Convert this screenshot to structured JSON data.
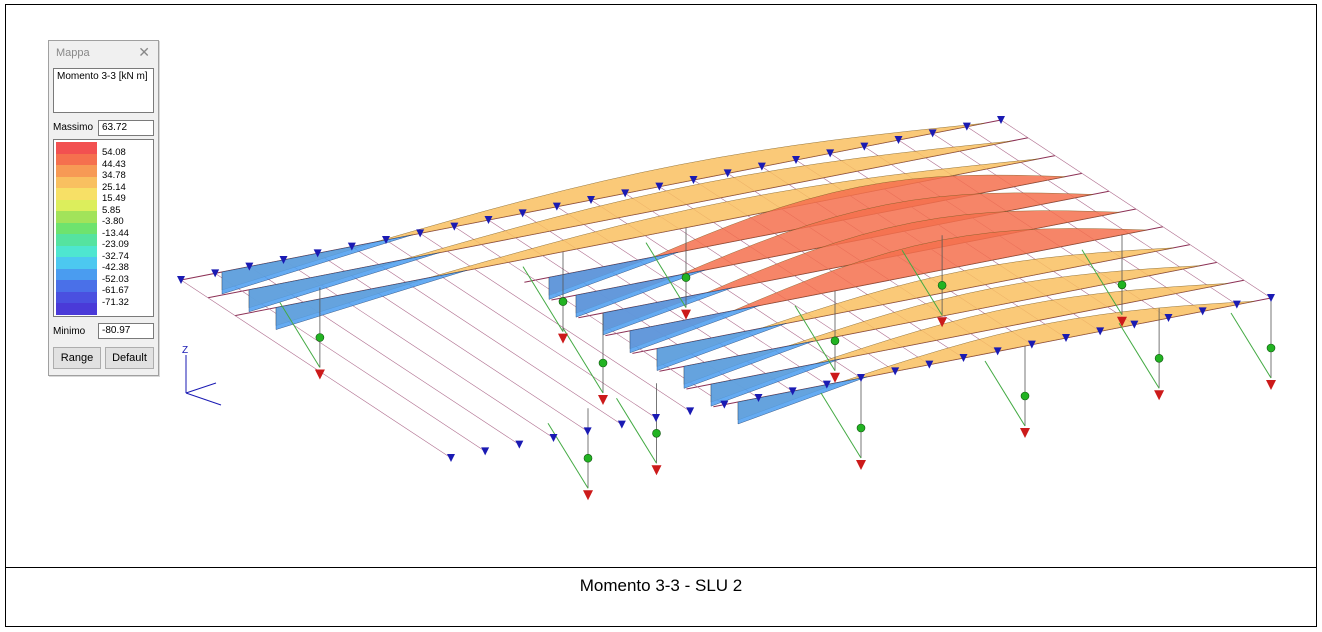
{
  "caption": "Momento 3-3 - SLU 2",
  "mappa": {
    "title": "Mappa",
    "quantity": "Momento 3-3 [kN  m]",
    "max_label": "Massimo",
    "max_value": "63.72",
    "min_label": "Minimo",
    "min_value": "-80.97",
    "legend_ticks": [
      "54.08",
      "44.43",
      "34.78",
      "25.14",
      "15.49",
      "5.85",
      "-3.80",
      "-13.44",
      "-23.09",
      "-32.74",
      "-42.38",
      "-52.03",
      "-61.67",
      "-71.32"
    ],
    "legend_colors": [
      "#f25050",
      "#f5704e",
      "#f79a55",
      "#f9c060",
      "#f7e066",
      "#dcee5c",
      "#a2e35a",
      "#6ee36e",
      "#55e3a0",
      "#4ee6d0",
      "#4cc8f0",
      "#4a9cf0",
      "#4a70e8",
      "#4a50e0",
      "#4a3ad8"
    ],
    "range_button": "Range",
    "default_button": "Default"
  },
  "axes": {
    "z_label": "Z"
  },
  "colors": {
    "support": "#cc1a1a",
    "end_release": "#1a1ab3",
    "node": "#22b322",
    "brace": "#44aa44",
    "frame_line": "#8c3055"
  }
}
